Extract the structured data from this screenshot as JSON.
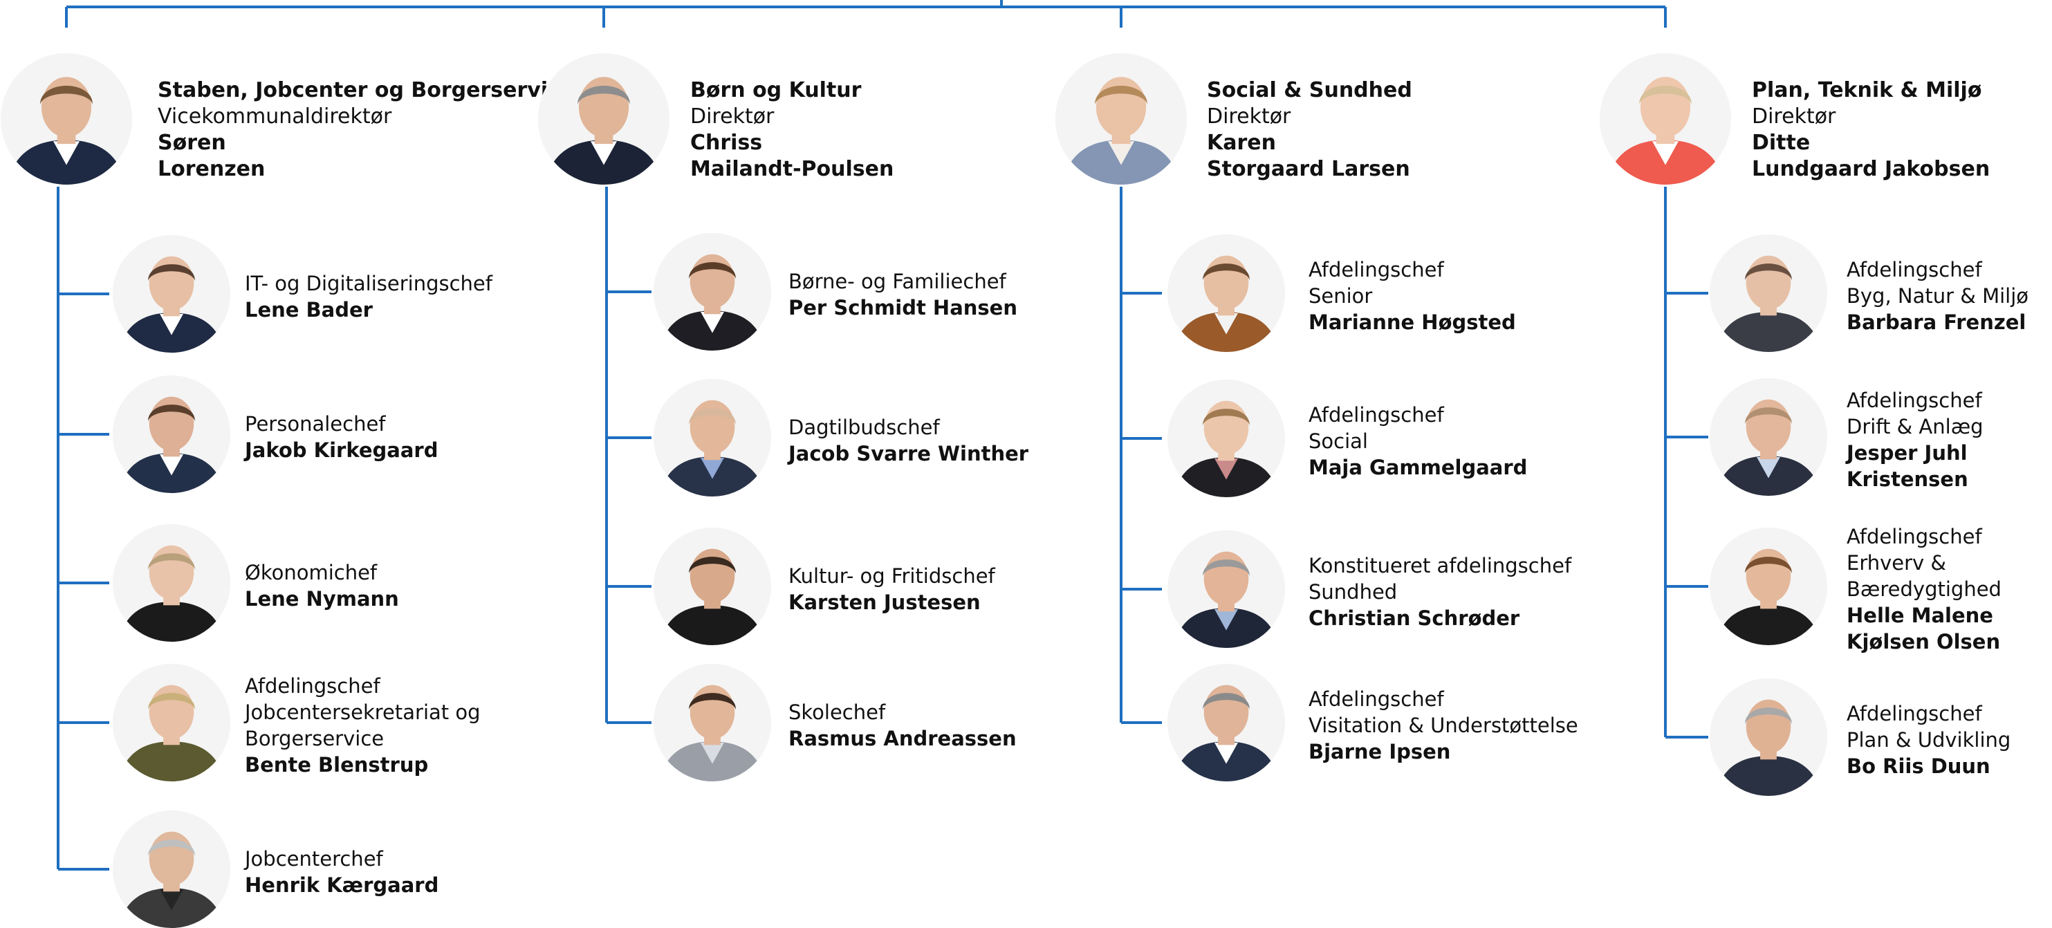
{
  "colors": {
    "connector": "#1f6fc0",
    "text": "#111111"
  },
  "directors": [
    {
      "lines": [
        "Staben, Jobcenter og Borgerservice",
        "Vicekommunaldirektør",
        "Søren",
        "Lorenzen"
      ],
      "bold": [
        true,
        false,
        true,
        true
      ],
      "suit": "#1e2a44",
      "shirt": "#ffffff",
      "hair": "#7a5a3a",
      "skin": "#e2b79a",
      "reports": [
        {
          "lines": [
            "IT- og Digitaliseringschef",
            "Lene Bader"
          ],
          "bold": [
            false,
            true
          ],
          "suit": "#1f2a44",
          "shirt": "#ffffff",
          "hair": "#5a4030",
          "skin": "#e6bfa5"
        },
        {
          "lines": [
            "Personalechef",
            "Jakob Kirkegaard"
          ],
          "bold": [
            false,
            true
          ],
          "suit": "#22304a",
          "shirt": "#ffffff",
          "hair": "#5a3f2c",
          "skin": "#deb096"
        },
        {
          "lines": [
            "Økonomichef",
            "Lene Nymann"
          ],
          "bold": [
            false,
            true
          ],
          "suit": "#1b1b1b",
          "shirt": "#1b1b1b",
          "hair": "#b8a07a",
          "skin": "#e8c3aa"
        },
        {
          "lines": [
            "Afdelingschef",
            "Jobcentersekretariat og",
            "Borgerservice",
            "Bente Blenstrup"
          ],
          "bold": [
            false,
            false,
            false,
            true
          ],
          "suit": "#5b5a30",
          "shirt": "#5b5a30",
          "hair": "#c9b07a",
          "skin": "#e8c0a5"
        },
        {
          "lines": [
            "Jobcenterchef",
            "Henrik Kærgaard"
          ],
          "bold": [
            false,
            true
          ],
          "suit": "#3a3a3a",
          "shirt": "#262626",
          "hair": "#bfbfbf",
          "skin": "#e0b89c"
        }
      ]
    },
    {
      "lines": [
        "Børn og Kultur",
        "Direktør",
        "Chriss",
        "Mailandt-Poulsen"
      ],
      "bold": [
        true,
        false,
        true,
        true
      ],
      "suit": "#1c2336",
      "shirt": "#ffffff",
      "hair": "#8d8d8d",
      "skin": "#e0b598",
      "reports": [
        {
          "lines": [
            "Børne- og Familiechef",
            "Per Schmidt Hansen"
          ],
          "bold": [
            false,
            true
          ],
          "suit": "#1e1e24",
          "shirt": "#ffffff",
          "hair": "#5a3d28",
          "skin": "#e0b498"
        },
        {
          "lines": [
            "Dagtilbudschef",
            "Jacob Svarre Winther"
          ],
          "bold": [
            false,
            true
          ],
          "suit": "#283248",
          "shirt": "#8fa8d6",
          "hair": "#d8b79c",
          "skin": "#e3b79a"
        },
        {
          "lines": [
            "Kultur- og Fritidschef",
            "Karsten Justesen"
          ],
          "bold": [
            false,
            true
          ],
          "suit": "#1a1a1a",
          "shirt": "#1a1a1a",
          "hair": "#3a2a20",
          "skin": "#d9a98b"
        },
        {
          "lines": [
            "Skolechef",
            "Rasmus Andreassen"
          ],
          "bold": [
            false,
            true
          ],
          "suit": "#9a9ea6",
          "shirt": "#d9dde3",
          "hair": "#3e2c20",
          "skin": "#e2b699"
        }
      ]
    },
    {
      "lines": [
        "Social & Sundhed",
        "Direktør",
        "Karen",
        "Storgaard Larsen"
      ],
      "bold": [
        true,
        false,
        true,
        true
      ],
      "suit": "#8496b4",
      "shirt": "#f3efe8",
      "hair": "#b48a5a",
      "skin": "#eac2a6",
      "reports": [
        {
          "lines": [
            "Afdelingschef",
            "Senior",
            "Marianne Høgsted"
          ],
          "bold": [
            false,
            false,
            true
          ],
          "suit": "#9a5a2a",
          "shirt": "#f2f2f2",
          "hair": "#6a4a30",
          "skin": "#e6bea2"
        },
        {
          "lines": [
            "Afdelingschef",
            "Social",
            "Maja Gammelgaard"
          ],
          "bold": [
            false,
            false,
            true
          ],
          "suit": "#1f1f24",
          "shirt": "#c98a8a",
          "hair": "#a07a50",
          "skin": "#ecc6ab"
        },
        {
          "lines": [
            "Konstitueret afdelingschef",
            "Sundhed",
            "Christian Schrøder"
          ],
          "bold": [
            false,
            false,
            true
          ],
          "suit": "#1f2638",
          "shirt": "#9fb6d8",
          "hair": "#9a9a9a",
          "skin": "#e3b497"
        },
        {
          "lines": [
            "Afdelingschef",
            "Visitation & Understøttelse",
            "Bjarne Ipsen"
          ],
          "bold": [
            false,
            false,
            true
          ],
          "suit": "#26324a",
          "shirt": "#ffffff",
          "hair": "#8a8a8a",
          "skin": "#e0b498"
        }
      ]
    },
    {
      "lines": [
        "Plan, Teknik & Miljø",
        "Direktør",
        "Ditte",
        "Lundgaard Jakobsen"
      ],
      "bold": [
        true,
        false,
        true,
        true
      ],
      "suit": "#ef5b4f",
      "shirt": "#ffffff",
      "hair": "#d8c09a",
      "skin": "#eec7ad",
      "reports": [
        {
          "lines": [
            "Afdelingschef",
            "Byg, Natur & Miljø",
            "Barbara Frenzel"
          ],
          "bold": [
            false,
            false,
            true
          ],
          "suit": "#3a3d46",
          "shirt": "#3a3d46",
          "hair": "#6a5040",
          "skin": "#e6c0a6"
        },
        {
          "lines": [
            "Afdelingschef",
            "Drift & Anlæg",
            "Jesper Juhl",
            "Kristensen"
          ],
          "bold": [
            false,
            false,
            true,
            true
          ],
          "suit": "#2a3040",
          "shirt": "#c9d6ea",
          "hair": "#b09070",
          "skin": "#e3b79b"
        },
        {
          "lines": [
            "Afdelingschef",
            "Erhverv &",
            "Bæredygtighed",
            "Helle Malene",
            "Kjølsen Olsen"
          ],
          "bold": [
            false,
            false,
            false,
            true,
            true
          ],
          "suit": "#1c1c1c",
          "shirt": "#1c1c1c",
          "hair": "#7a5030",
          "skin": "#e4b89b"
        },
        {
          "lines": [
            "Afdelingschef",
            "Plan & Udvikling",
            "Bo Riis Duun"
          ],
          "bold": [
            false,
            false,
            true
          ],
          "suit": "#2a3142",
          "shirt": "#2a3142",
          "hair": "#a8a8a8",
          "skin": "#e0b294"
        }
      ]
    }
  ]
}
